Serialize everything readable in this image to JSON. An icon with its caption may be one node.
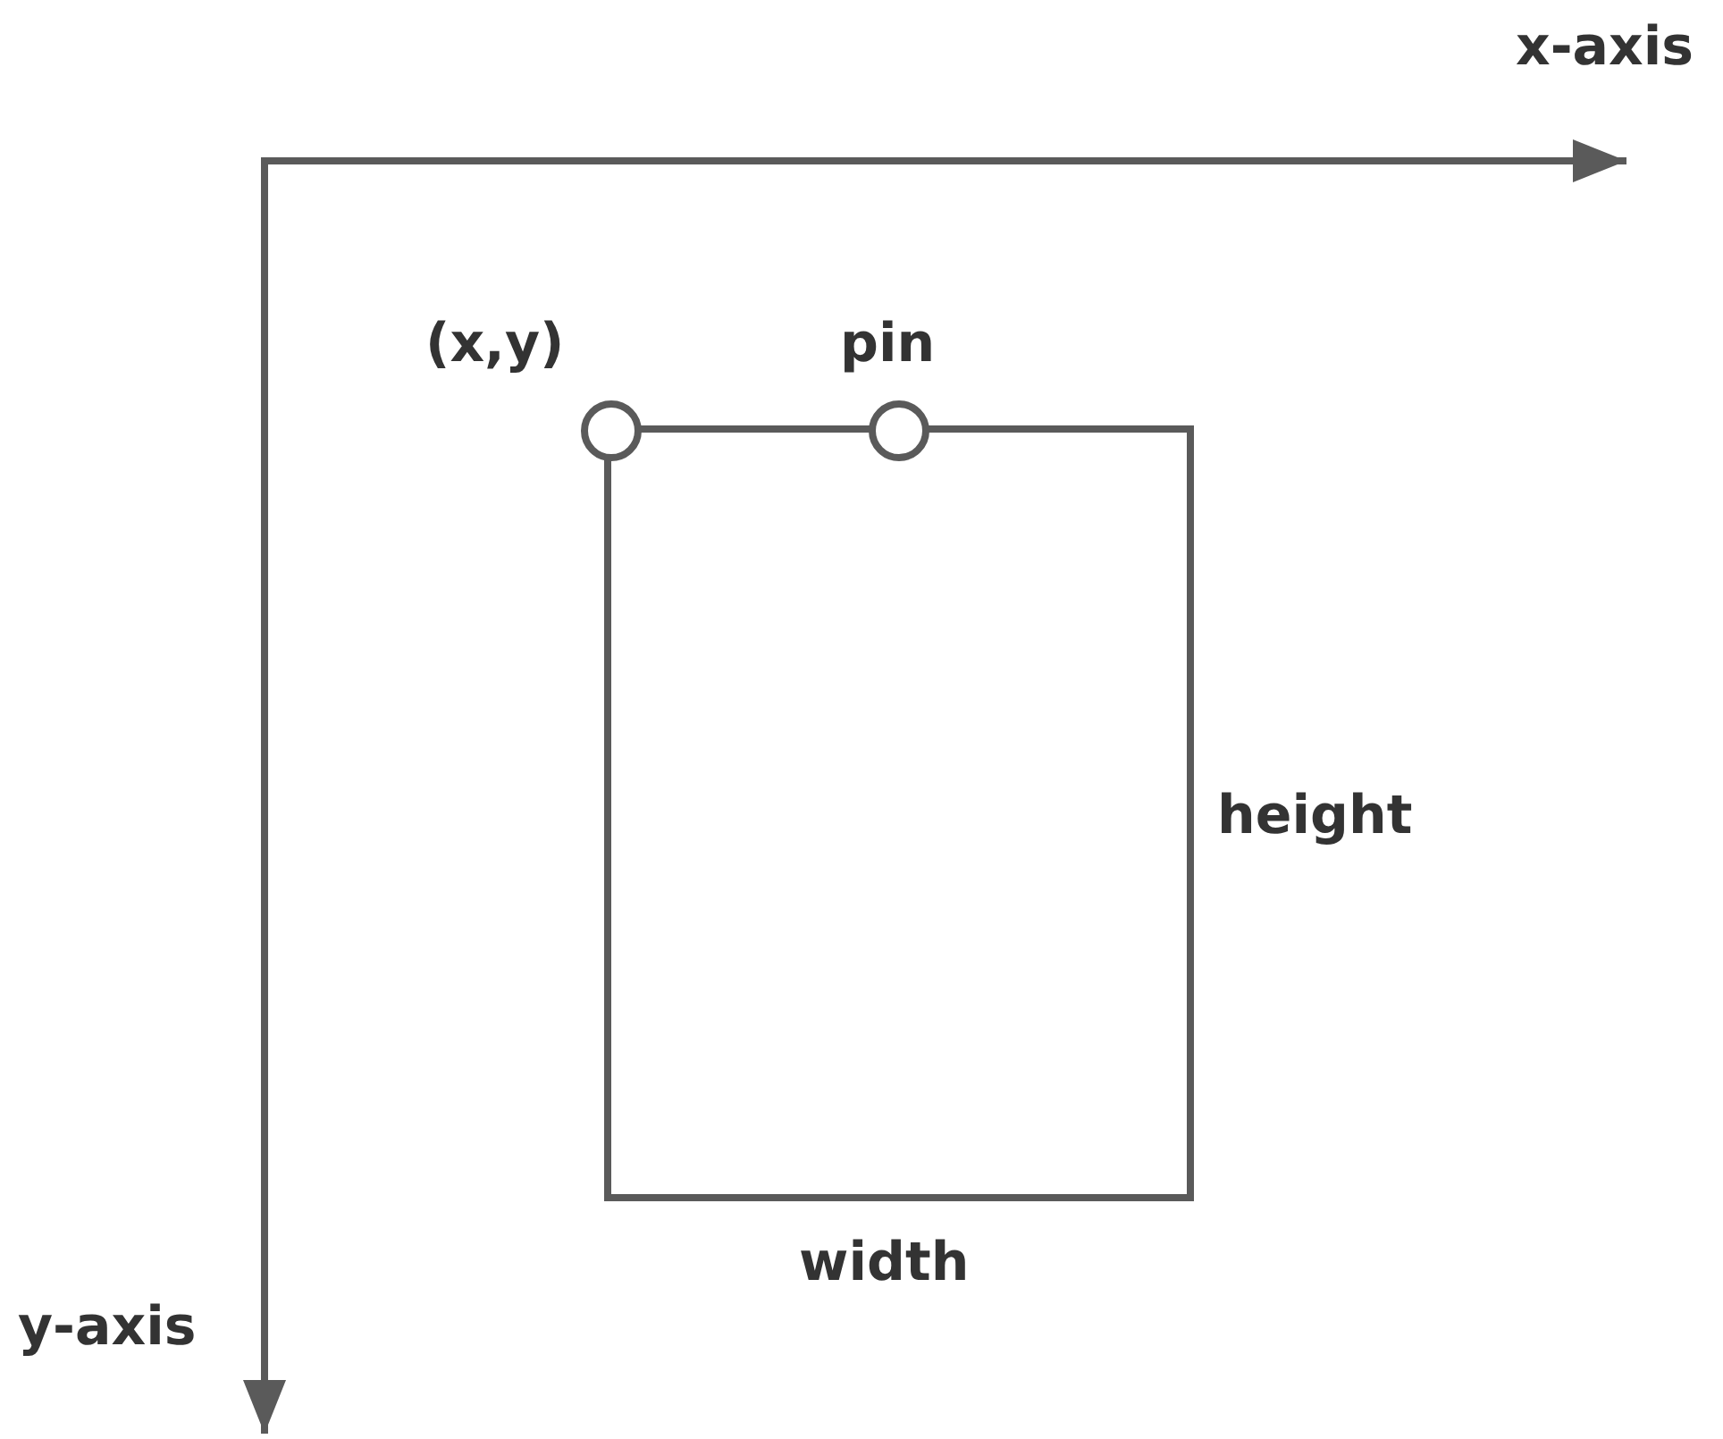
{
  "diagram": {
    "nodes": [
      {
        "text": [],
        "shape": "box",
        "beside": [
          "height",
          "width"
        ]
      },
      {
        "text": [],
        "shape": "circle",
        "beside": [
          "(x,y)"
        ]
      },
      {
        "text": [],
        "shape": "circle",
        "beside": [
          "pin"
        ]
      }
    ],
    "edges": [],
    "labels": [
      "x-axis",
      "y-axis"
    ]
  }
}
